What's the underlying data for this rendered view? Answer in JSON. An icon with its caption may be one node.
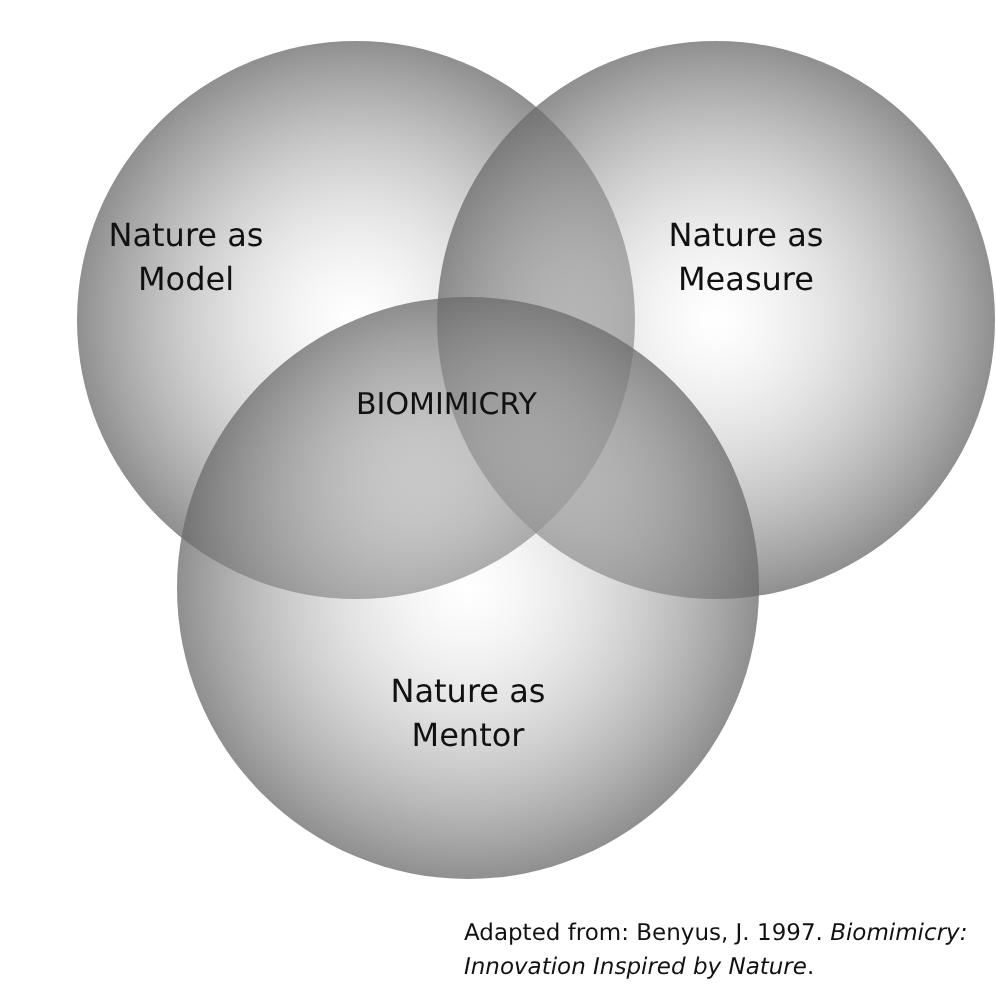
{
  "diagram": {
    "caption": "Adapted from: Benyus, J. 1997. *Biomimicry: Innovation Inspired by Nature*.",
    "nodes": [
      {
        "text": [
          "Nature as Model"
        ]
      },
      {
        "text": [
          "Nature as Measure"
        ]
      },
      {
        "text": [
          "Nature as Mentor"
        ]
      }
    ],
    "edges": [],
    "labels": [
      "BIOMIMICRY"
    ]
  }
}
